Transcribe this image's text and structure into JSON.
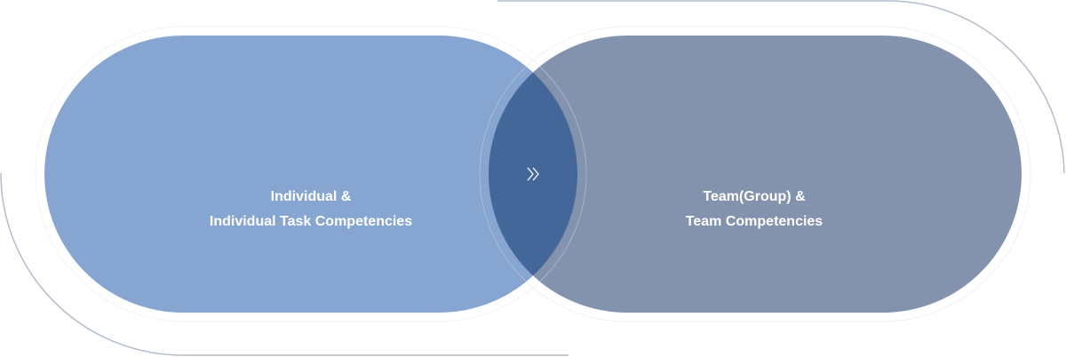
{
  "left": {
    "line1": "Individual &",
    "line2": "Individual Task Competencies",
    "color": "#86a6d1"
  },
  "right": {
    "line1": "Team(Group) &",
    "line2": "Team Competencies",
    "color": "#8393ae"
  },
  "overlap": {
    "icon": "double-chevron-right-icon",
    "color": "#44679a"
  },
  "arc_color": "#b4bdcc"
}
